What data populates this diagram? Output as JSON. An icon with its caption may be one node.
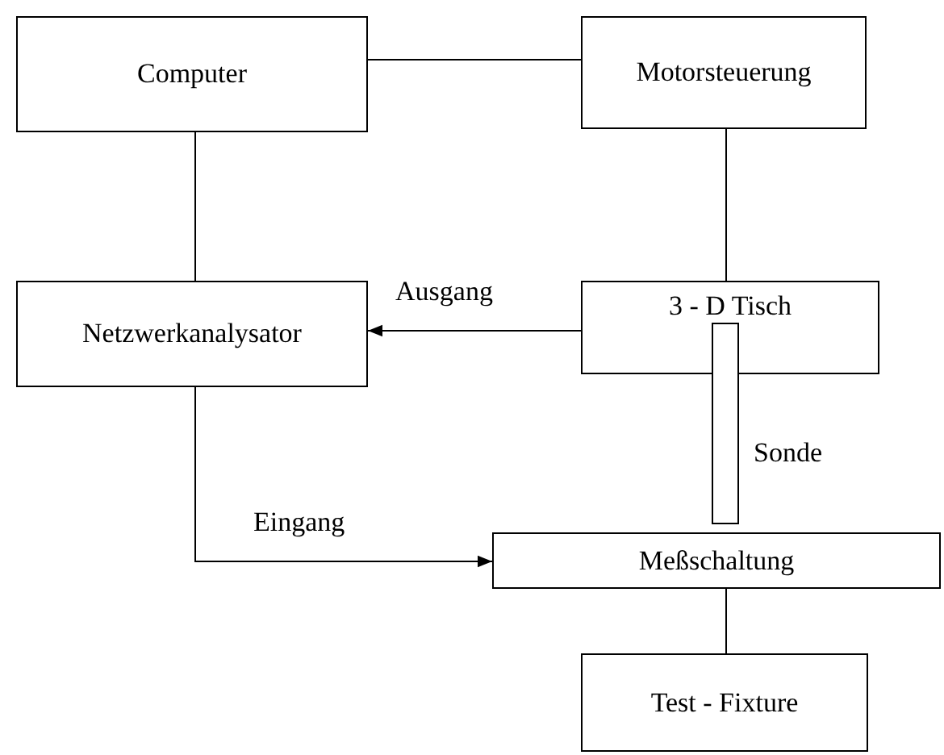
{
  "diagram": {
    "nodes": [
      {
        "text": [
          "Computer"
        ]
      },
      {
        "text": [
          "Motorsteuerung"
        ]
      },
      {
        "text": [
          "Netzwerkanalysator"
        ]
      },
      {
        "text": [
          "3 - D Tisch"
        ]
      },
      {
        "text": [],
        "shape": "bar",
        "beside": [
          "Sonde"
        ]
      },
      {
        "text": [
          "Meßschaltung"
        ]
      },
      {
        "text": [
          "Test - Fixture"
        ]
      }
    ],
    "edges": [
      {
        "from": 0,
        "to": 1,
        "arrow": "none"
      },
      {
        "from": 0,
        "to": 2,
        "arrow": "none"
      },
      {
        "from": 1,
        "to": 3,
        "arrow": "none"
      },
      {
        "from": 3,
        "to": 2,
        "arrow": "to",
        "label": "Ausgang"
      },
      {
        "from": 2,
        "to": 5,
        "arrow": "to",
        "label": "Eingang"
      },
      {
        "from": 5,
        "to": 6,
        "arrow": "none"
      }
    ]
  }
}
